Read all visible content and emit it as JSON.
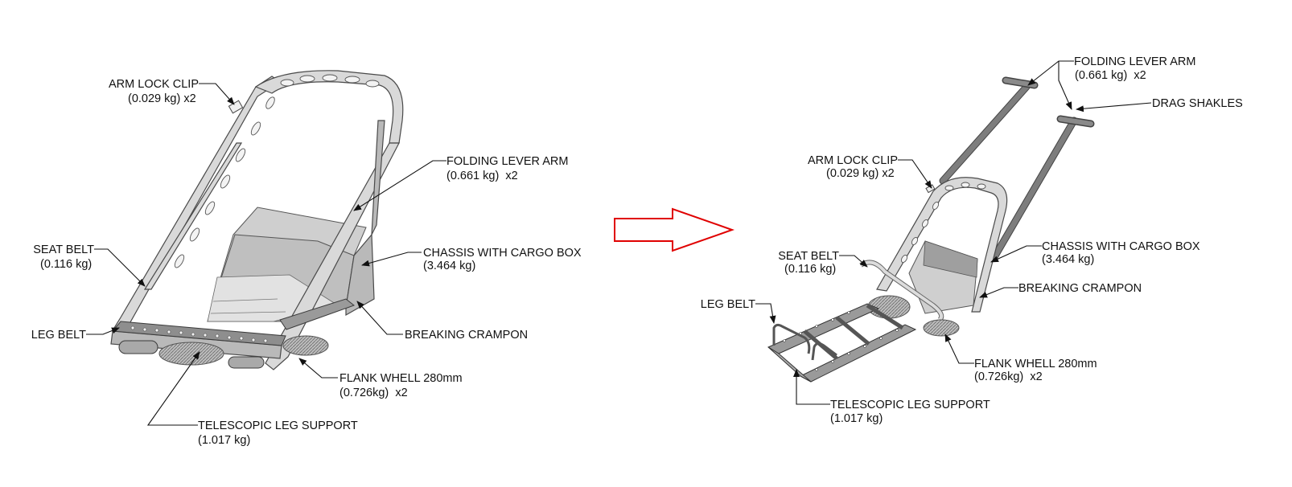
{
  "arrow_color": "#e00000",
  "left": {
    "labels": [
      {
        "id": "arm-lock-clip",
        "name": "ARM LOCK CLIP",
        "mass": "(0.029 kg) x2"
      },
      {
        "id": "folding-lever-arm",
        "name": "FOLDING LEVER ARM",
        "mass": "(0.661 kg)  x2"
      },
      {
        "id": "seat-belt",
        "name": "SEAT BELT",
        "mass": "(0.116 kg)"
      },
      {
        "id": "chassis-with-cargo-box",
        "name": "CHASSIS WITH CARGO BOX",
        "mass": "(3.464 kg)"
      },
      {
        "id": "leg-belt",
        "name": "LEG BELT",
        "mass": ""
      },
      {
        "id": "breaking-crampon",
        "name": "BREAKING CRAMPON",
        "mass": ""
      },
      {
        "id": "flank-whell",
        "name": "FLANK WHELL 280mm",
        "mass": "(0.726kg)  x2"
      },
      {
        "id": "telescopic-leg-support",
        "name": "TELESCOPIC LEG SUPPORT",
        "mass": "(1.017 kg)"
      }
    ]
  },
  "right": {
    "labels": [
      {
        "id": "folding-lever-arm",
        "name": "FOLDING LEVER ARM",
        "mass": "(0.661 kg)  x2"
      },
      {
        "id": "drag-shakles",
        "name": "DRAG SHAKLES",
        "mass": ""
      },
      {
        "id": "arm-lock-clip",
        "name": "ARM LOCK CLIP",
        "mass": "(0.029 kg) x2"
      },
      {
        "id": "seat-belt",
        "name": "SEAT BELT",
        "mass": "(0.116 kg)"
      },
      {
        "id": "chassis-with-cargo-box",
        "name": "CHASSIS WITH CARGO BOX",
        "mass": "(3.464 kg)"
      },
      {
        "id": "breaking-crampon",
        "name": "BREAKING CRAMPON",
        "mass": ""
      },
      {
        "id": "leg-belt",
        "name": "LEG BELT",
        "mass": ""
      },
      {
        "id": "flank-whell",
        "name": "FLANK WHELL 280mm",
        "mass": "(0.726kg)  x2"
      },
      {
        "id": "telescopic-leg-support",
        "name": "TELESCOPIC LEG SUPPORT",
        "mass": "(1.017 kg)"
      }
    ]
  }
}
